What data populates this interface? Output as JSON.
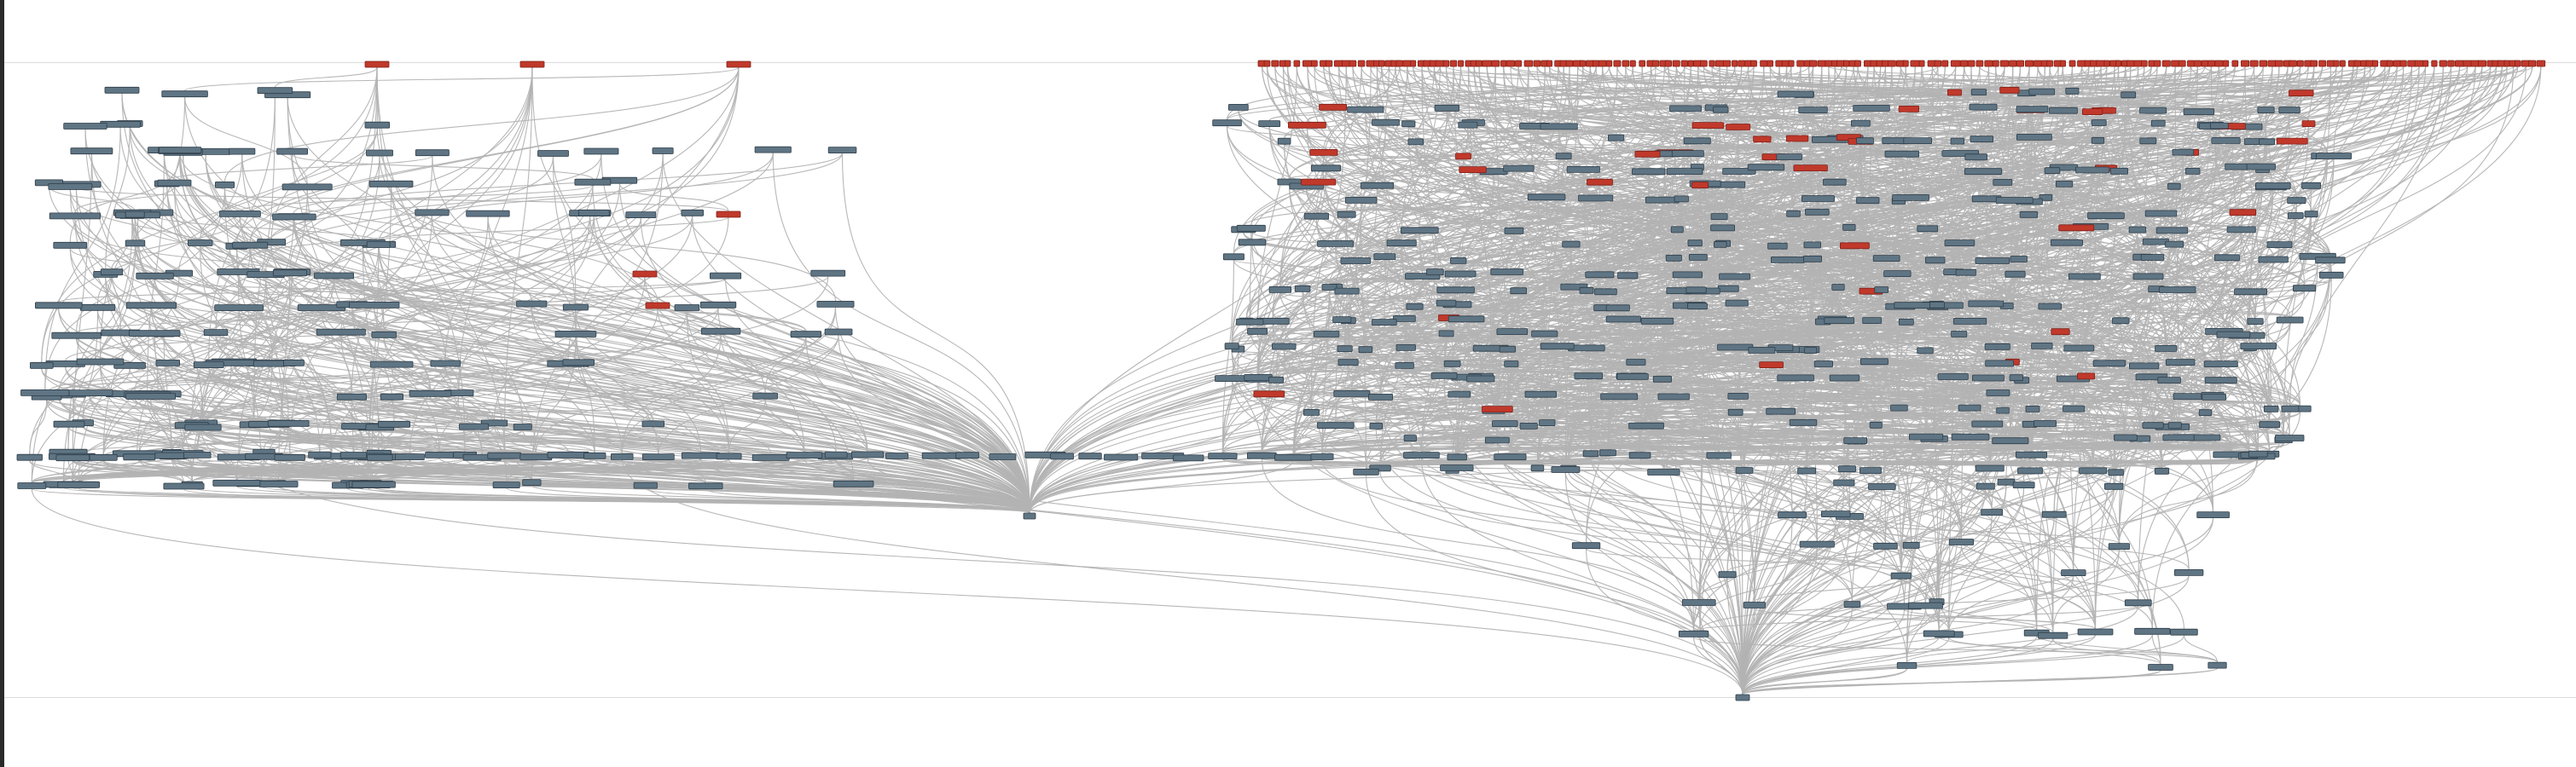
{
  "view": {
    "kind": "dependency-graph",
    "colors": {
      "background": "#ffffff",
      "frame": "#2a2a2a",
      "edge": "#b3b3b3",
      "node_normal": "#5f7584",
      "node_highlight": "#c0392b",
      "node_border": "#2f3d48",
      "divider": "#dcdcdc"
    },
    "node_labels_legible": false,
    "layout": "layered-top-to-bottom",
    "highlighted_node_count_estimate": 95,
    "total_node_count_estimate": 600
  }
}
